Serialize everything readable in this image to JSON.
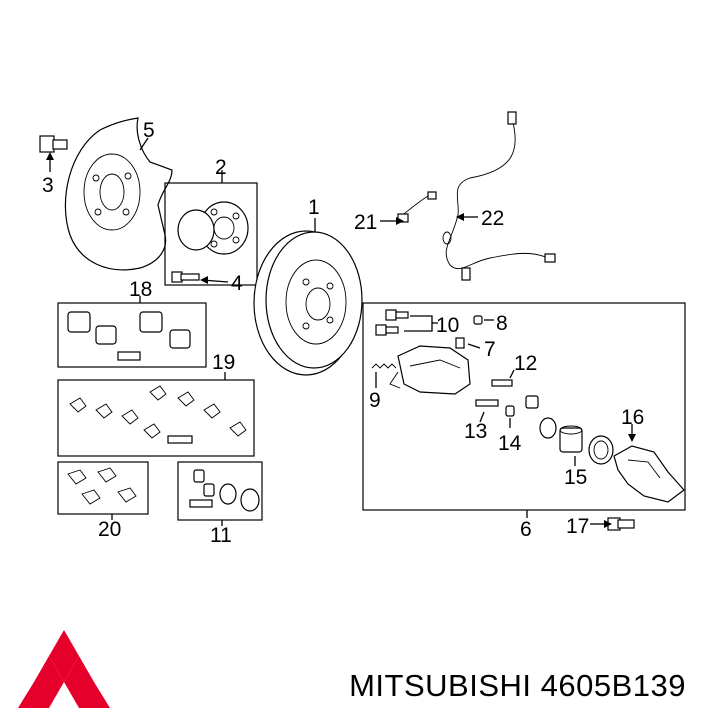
{
  "callouts": {
    "c1": "1",
    "c2": "2",
    "c3": "3",
    "c4": "4",
    "c5": "5",
    "c6": "6",
    "c7": "7",
    "c8": "8",
    "c9": "9",
    "c10": "10",
    "c11": "11",
    "c12": "12",
    "c13": "13",
    "c14": "14",
    "c15": "15",
    "c16": "16",
    "c17": "17",
    "c18": "18",
    "c19": "19",
    "c20": "20",
    "c21": "21",
    "c22": "22"
  },
  "footer": {
    "brand": "MITSUBISHI",
    "part_number": "4605B139"
  },
  "colors": {
    "logo": "#e4002b",
    "ink": "#000000",
    "background": "#ffffff"
  }
}
